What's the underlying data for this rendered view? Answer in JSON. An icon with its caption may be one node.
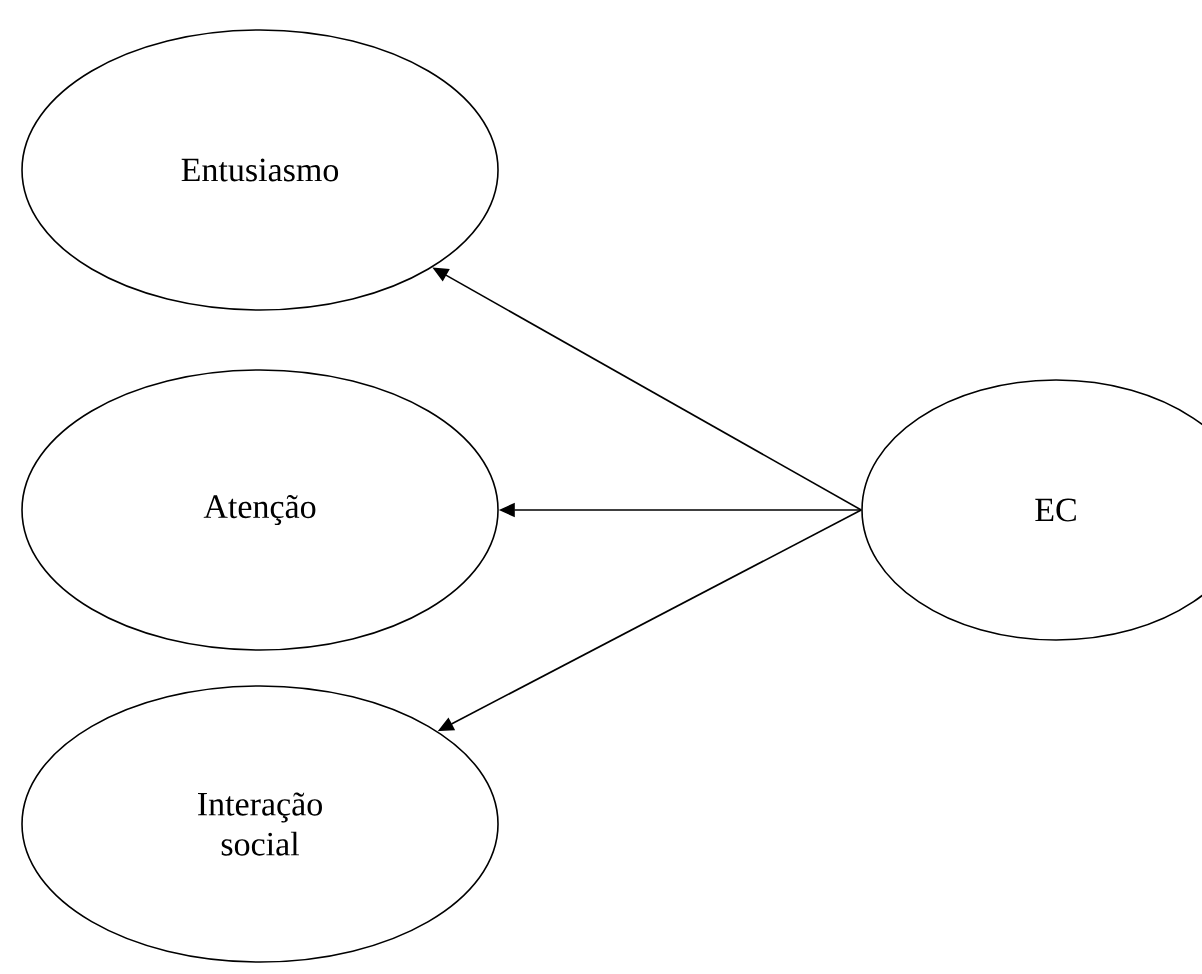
{
  "diagram": {
    "nodes": [
      {
        "text": [
          "Entusiasmo"
        ]
      },
      {
        "text": [
          "Atenção"
        ]
      },
      {
        "text": [
          "Interação social"
        ]
      },
      {
        "text": [
          "EC"
        ]
      }
    ],
    "edges": [
      {
        "from": 3,
        "to": 0,
        "arrow": "to"
      },
      {
        "from": 3,
        "to": 1,
        "arrow": "to"
      },
      {
        "from": 3,
        "to": 2,
        "arrow": "to"
      }
    ]
  }
}
